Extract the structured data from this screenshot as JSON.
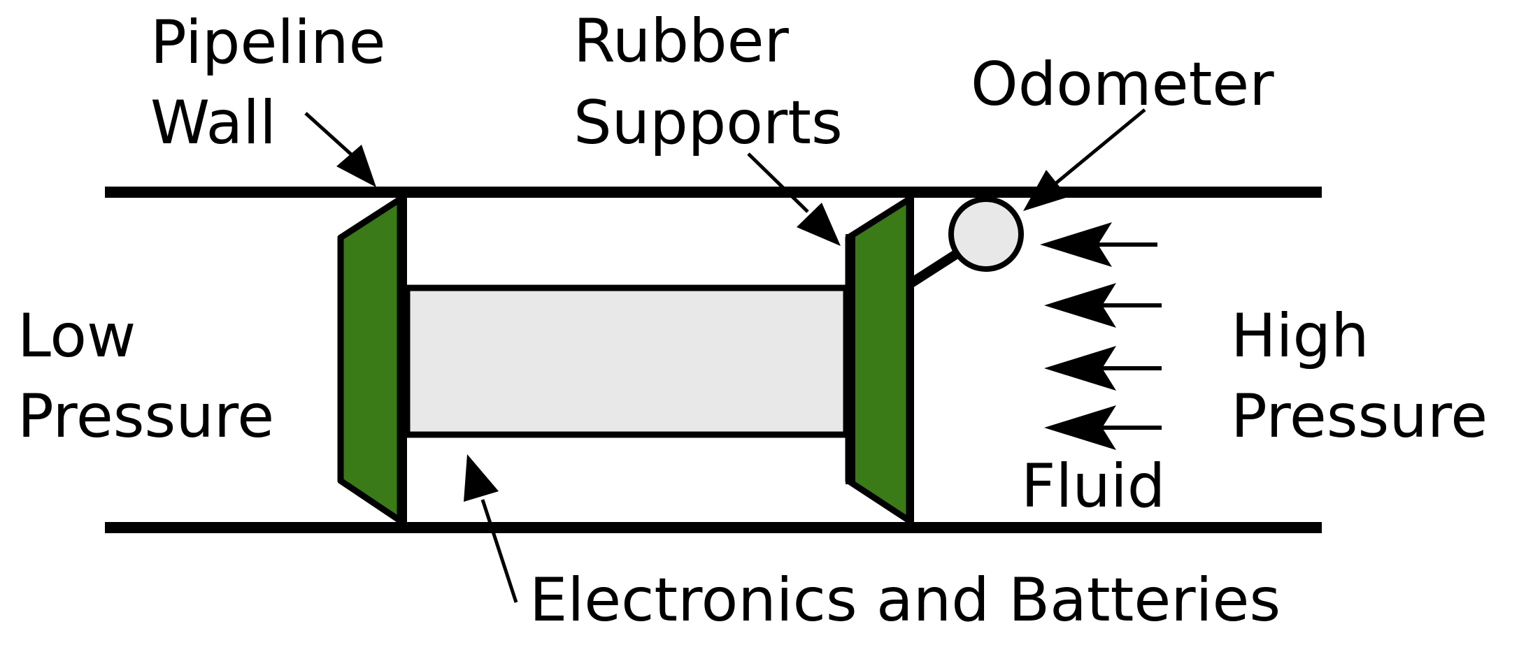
{
  "labels": {
    "pipeline_wall": [
      "Pipeline",
      "Wall"
    ],
    "rubber_supports": [
      "Rubber",
      "Supports"
    ],
    "odometer": "Odometer",
    "low_pressure": [
      "Low",
      "Pressure"
    ],
    "high_pressure": [
      "High",
      "Pressure"
    ],
    "fluid": "Fluid",
    "electronics": "Electronics and Batteries"
  },
  "colors": {
    "support_fill": "#3a7a17",
    "body_fill": "#e8e8e8",
    "odometer_fill": "#e8e8e8",
    "stroke": "#000000",
    "background": "#ffffff"
  },
  "icons": {
    "arrowhead": "filled-triangle-arrowhead"
  }
}
